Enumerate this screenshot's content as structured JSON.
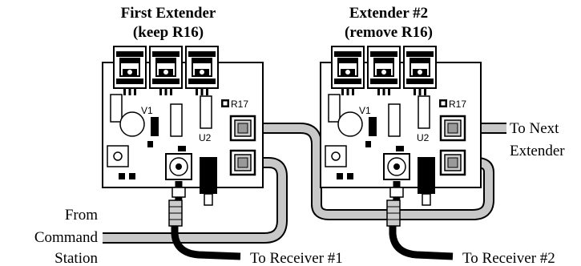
{
  "extender1": {
    "title_line1": "First Extender",
    "title_line2": "(keep R16)",
    "label_v1": "V1",
    "label_u2": "U2",
    "label_r17": "R17"
  },
  "extender2": {
    "title_line1": "Extender #2",
    "title_line2": "(remove R16)",
    "label_v1": "V1",
    "label_u2": "U2",
    "label_r17": "R17"
  },
  "labels": {
    "from_line1": "From",
    "from_line2": "Command",
    "from_line3": "Station",
    "to_receiver1": "To Receiver #1",
    "to_receiver2": "To Receiver #2",
    "to_next_line1": "To Next",
    "to_next_line2": "Extender"
  }
}
